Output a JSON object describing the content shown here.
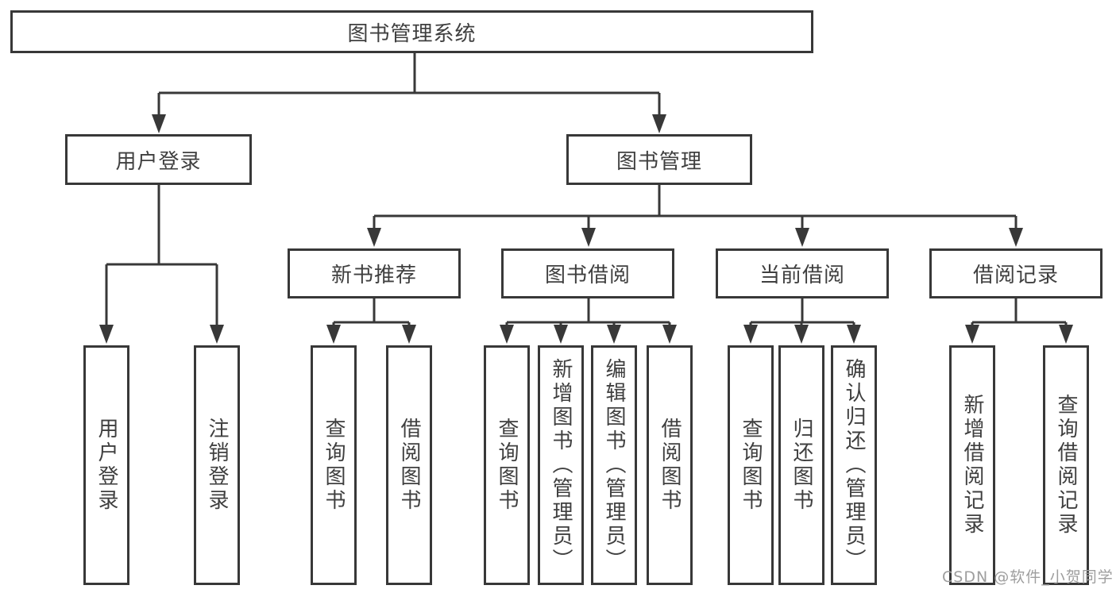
{
  "diagram_title": "图书管理系统",
  "tree": {
    "root": {
      "label": "图书管理系统"
    },
    "children": [
      {
        "label": "用户登录",
        "children": [
          {
            "label": "用户登录"
          },
          {
            "label": "注销登录"
          }
        ]
      },
      {
        "label": "图书管理",
        "children": [
          {
            "label": "新书推荐",
            "children": [
              {
                "label": "查询图书"
              },
              {
                "label": "借阅图书"
              }
            ]
          },
          {
            "label": "图书借阅",
            "children": [
              {
                "label": "查询图书"
              },
              {
                "label": "新增图书（管理员）"
              },
              {
                "label": "编辑图书（管理员）"
              },
              {
                "label": "借阅图书"
              }
            ]
          },
          {
            "label": "当前借阅",
            "children": [
              {
                "label": "查询图书"
              },
              {
                "label": "归还图书"
              },
              {
                "label": "确认归还（管理员）"
              }
            ]
          },
          {
            "label": "借阅记录",
            "children": [
              {
                "label": "新增借阅记录"
              },
              {
                "label": "查询借阅记录"
              }
            ]
          }
        ]
      }
    ]
  },
  "watermark": "CSDN @软件_小贺同学",
  "colors": {
    "line": "#383838",
    "text": "#3f3f3f",
    "background": "#ffffff",
    "watermark": "#9e9e9e"
  }
}
